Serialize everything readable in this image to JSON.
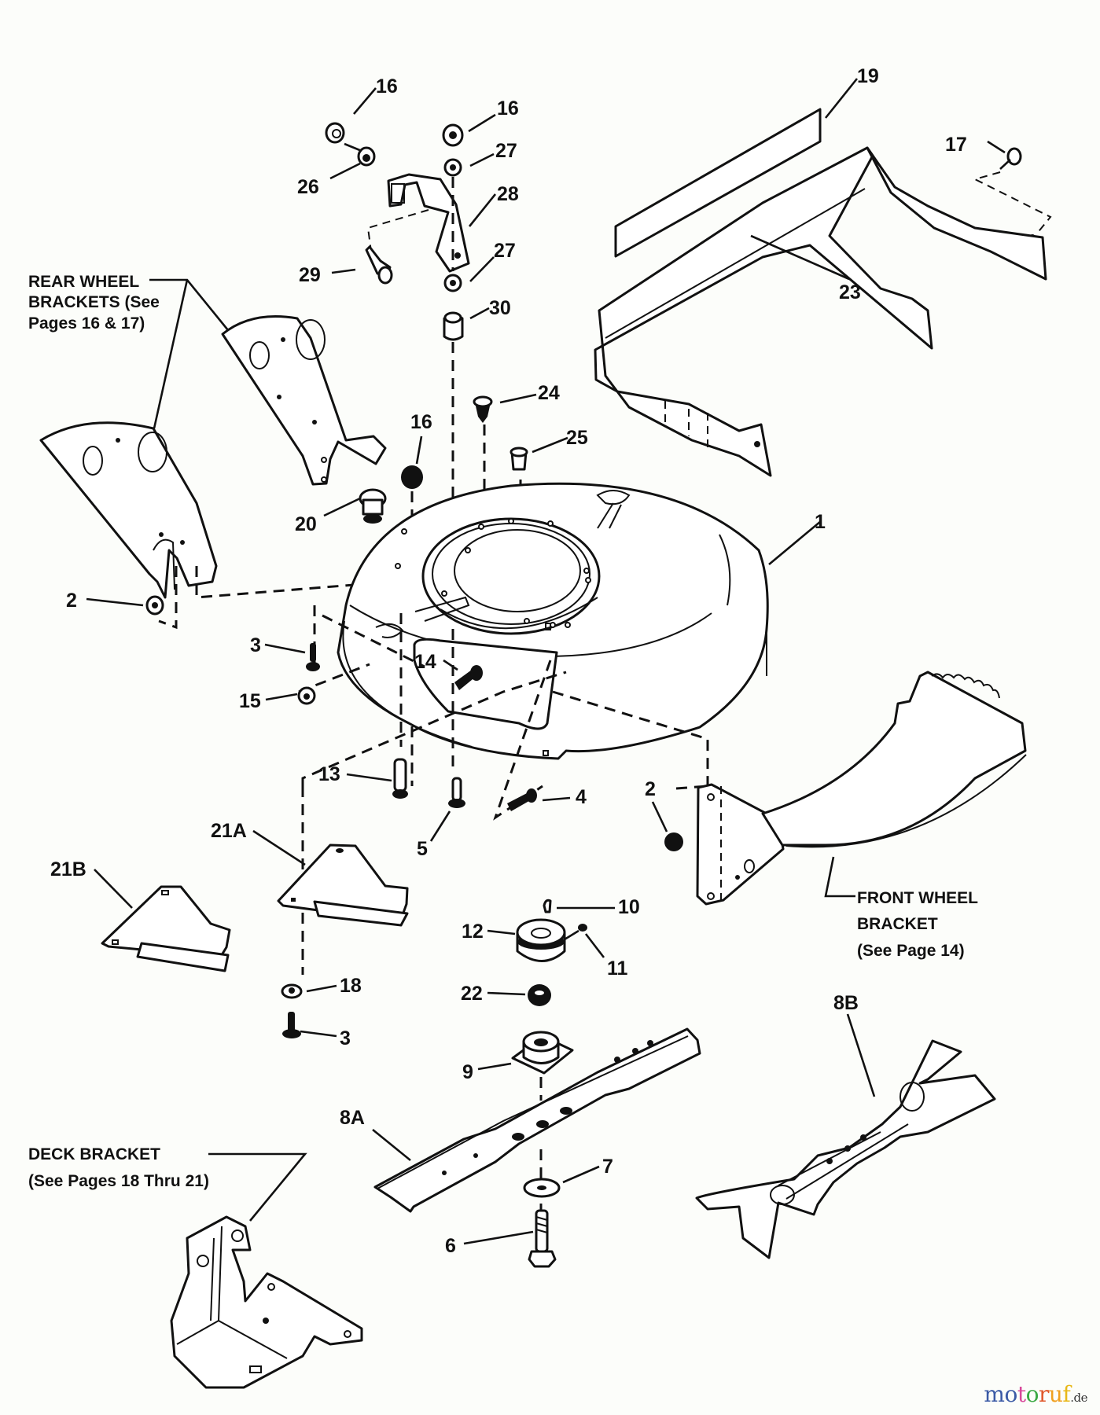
{
  "diagram": {
    "title": "Mower deck exploded parts diagram",
    "callouts": {
      "p1": "1",
      "p2a": "2",
      "p2b": "2",
      "p3a": "3",
      "p3b": "3",
      "p4": "4",
      "p5": "5",
      "p6": "6",
      "p7": "7",
      "p8a": "8A",
      "p8b": "8B",
      "p9": "9",
      "p10": "10",
      "p11": "11",
      "p12": "12",
      "p13": "13",
      "p14": "14",
      "p15": "15",
      "p16a": "16",
      "p16b": "16",
      "p16c": "16",
      "p17": "17",
      "p18": "18",
      "p19": "19",
      "p20": "20",
      "p21a": "21A",
      "p21b": "21B",
      "p22": "22",
      "p23": "23",
      "p24": "24",
      "p25": "25",
      "p26": "26",
      "p27a": "27",
      "p27b": "27",
      "p28": "28",
      "p29": "29",
      "p30": "30"
    },
    "notes": {
      "rear_wheel": [
        "REAR WHEEL",
        "BRACKETS (See",
        "Pages 16 & 17)"
      ],
      "front_wheel": [
        "FRONT WHEEL",
        "BRACKET",
        "(See Page 14)"
      ],
      "deck_bracket": [
        "DECK BRACKET",
        "(See Pages  18 Thru 21)"
      ]
    }
  },
  "watermark": {
    "letters": [
      "m",
      "o",
      "t",
      "o",
      "r",
      "u",
      "f"
    ],
    "colors": [
      "#3b5aa6",
      "#3b5aa6",
      "#d8479a",
      "#3aa843",
      "#e0572a",
      "#f0a020",
      "#f5c820"
    ],
    "suffix": ".de"
  }
}
